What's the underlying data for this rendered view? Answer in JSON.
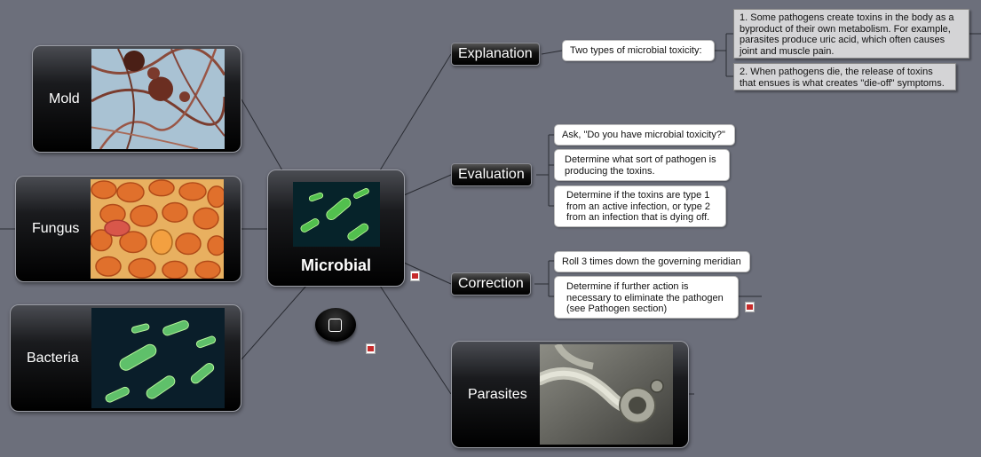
{
  "central": {
    "label": "Microbial"
  },
  "left_nodes": [
    {
      "label": "Mold"
    },
    {
      "label": "Fungus"
    },
    {
      "label": "Bacteria"
    }
  ],
  "explanation": {
    "label": "Explanation",
    "note": "Two types of microbial toxicity:",
    "details": [
      "1. Some pathogens create toxins in the body as a byproduct of their own metabolism. For example, parasites produce uric acid, which often causes joint and muscle pain.",
      "2. When pathogens die, the release of toxins that ensues is what creates \"die-off\" symptoms."
    ]
  },
  "evaluation": {
    "label": "Evaluation",
    "notes": [
      "Ask, \"Do you have microbial toxicity?\"",
      "Determine what sort of pathogen is producing the toxins.",
      "Determine if the toxins are type 1 from an active infection, or type 2 from an infection that is dying off."
    ]
  },
  "correction": {
    "label": "Correction",
    "notes": [
      "Roll 3 times down the governing meridian",
      "Determine if further action is necessary to eliminate the pathogen (see Pathogen section)"
    ]
  },
  "parasites": {
    "label": "Parasites"
  },
  "icons": [
    "attachment-icon",
    "checkbox-icon"
  ]
}
